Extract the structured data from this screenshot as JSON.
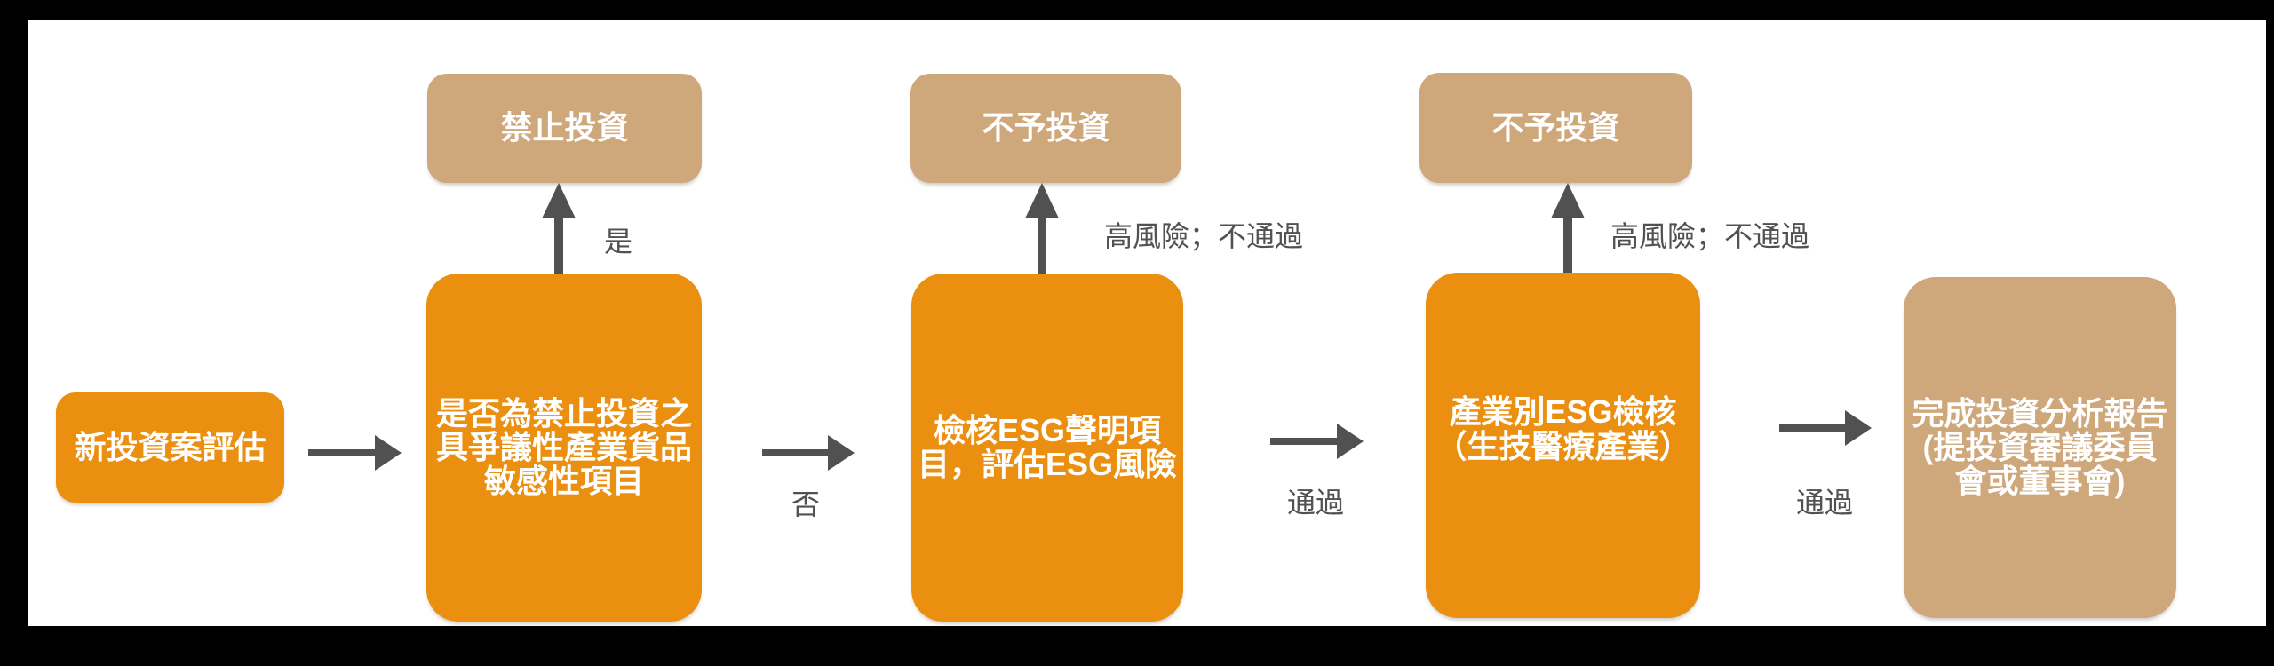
{
  "diagram": {
    "colors": {
      "frame": "#000000",
      "canvas": "#ffffff",
      "process_box": "#EA8F10",
      "terminal_box": "#CEA77A",
      "arrow": "#515151",
      "box_text": "#ffffff"
    },
    "nodes": {
      "new_case": {
        "label": "新投資案評估"
      },
      "prohibited_check": {
        "lines": [
          "是否為禁止投資之",
          "具爭議性產業貨品",
          "敏感性項目"
        ]
      },
      "prohibit_invest": {
        "label": "禁止投資"
      },
      "esg_declaration": {
        "lines": [
          "檢核ESG聲明項",
          "目，評估ESG風險"
        ]
      },
      "no_invest_1": {
        "label": "不予投資"
      },
      "industry_esg": {
        "lines": [
          "產業別ESG檢核",
          "（生技醫療產業）"
        ]
      },
      "no_invest_2": {
        "label": "不予投資"
      },
      "final_report": {
        "lines": [
          "完成投資分析報告",
          "(提投資審議委員",
          "會或董事會)"
        ]
      }
    },
    "edge_labels": {
      "yes": "是",
      "no": "否",
      "high_risk_fail_1": "高風險；不通過",
      "high_risk_fail_2": "高風險；不通過",
      "pass_1": "通過",
      "pass_2": "通過"
    }
  }
}
